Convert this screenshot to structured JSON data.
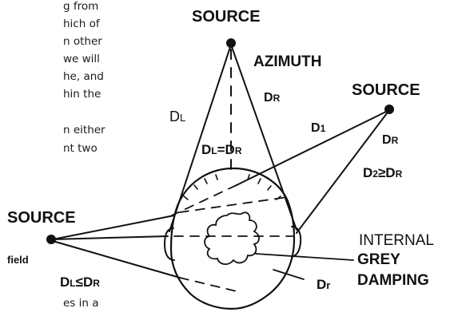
{
  "body_text_fragments": [
    "g from",
    "hich of",
    "n other",
    "we will",
    "he, and",
    "hin the",
    "n either",
    "nt  two",
    "es in a"
  ],
  "diagram": {
    "source_top": "SOURCE",
    "source_right": "SOURCE",
    "source_left": "SOURCE",
    "azimuth": "AZIMUTH",
    "dl_top": "D",
    "dl_top_sub": "L",
    "dr_top": "D",
    "dr_top_sub": "R",
    "dl_eq_dr": "D",
    "dl_eq_dr_sub1": "L",
    "dl_eq_dr_mid": "=D",
    "dl_eq_dr_sub2": "R",
    "d1_right": "D",
    "d1_right_sub": "1",
    "dr_right": "D",
    "dr_right_sub": "R",
    "d2_ge_dr": "D",
    "d2_ge_dr_sub": "2",
    "d2_ge_dr_rest": "≥D",
    "d2_ge_dr_sub2": "R",
    "field": "field",
    "dl_le_dr": "D",
    "dl_le_dr_sub": "L",
    "dl_le_dr_rest": "≤D",
    "dl_le_dr_sub2": "R",
    "dr_lower": "D",
    "dr_lower_sub": "r",
    "internal_line1": "INTERNAL",
    "internal_line2": "GREY",
    "internal_line3": "DAMPING"
  },
  "colors": {
    "ink": "#111111",
    "paper": "#ffffff"
  }
}
